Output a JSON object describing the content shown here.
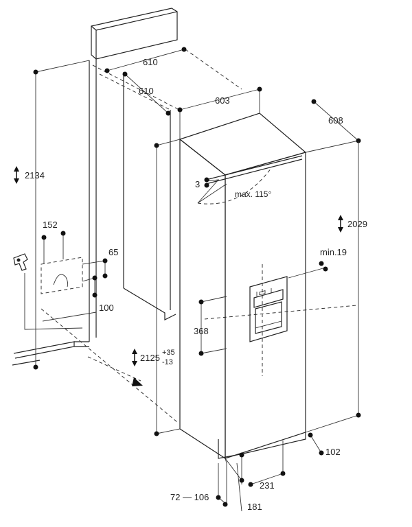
{
  "dimensions": {
    "niche_height": "2134",
    "niche_width": "610",
    "niche_depth": "610",
    "appliance_width": "603",
    "appliance_depth": "608",
    "appliance_height": "2029",
    "door_angle": "max. 115°",
    "door_gap": "3",
    "water_width": "152",
    "water_offset": "65",
    "water_height": "100",
    "dispenser_height": "368",
    "handle_clearance": "min.19",
    "install_height_base": "2125",
    "install_height_plus": "+35",
    "install_height_minus": "-13",
    "plinth_depth": "102",
    "foot_distance": "231",
    "plinth_height_range": "72 — 106",
    "toe_kick": "181"
  },
  "colors": {
    "line": "#222222",
    "panel_fill": "#efefef",
    "door_fill": "#ffffff"
  }
}
